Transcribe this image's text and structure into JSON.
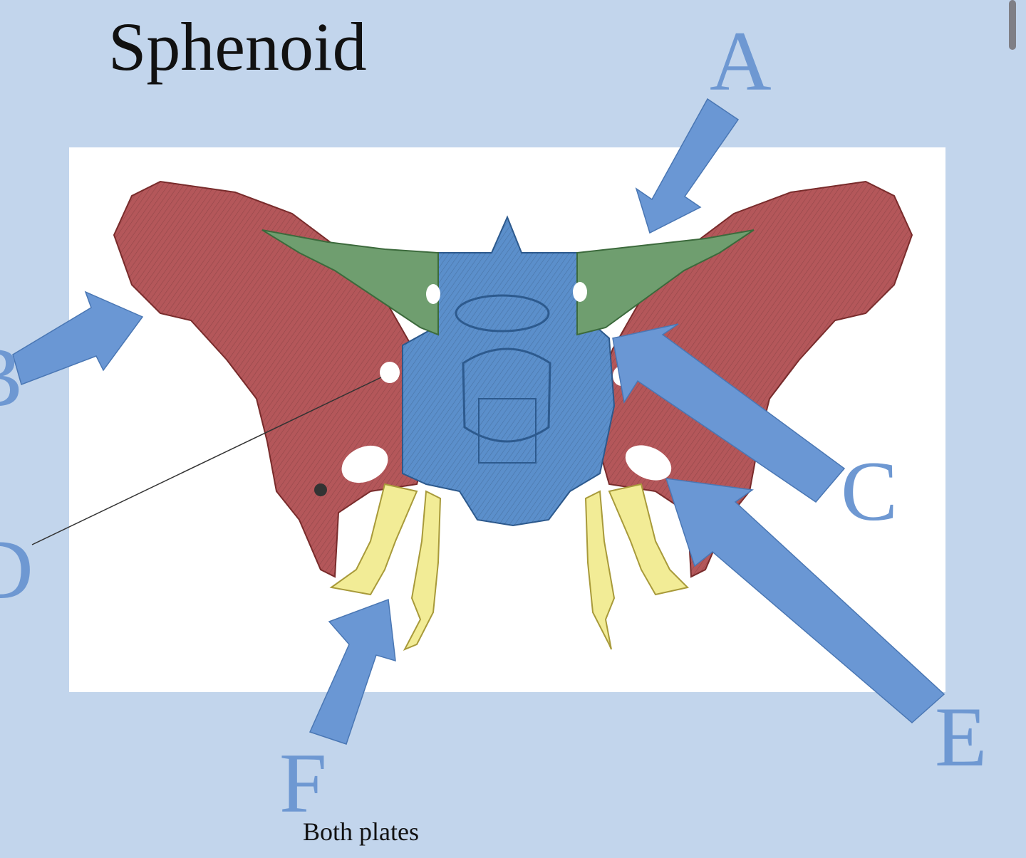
{
  "title": "Sphenoid",
  "labels": {
    "a": "A",
    "b": "B",
    "c": "C",
    "d": "D",
    "e": "E",
    "f": "F"
  },
  "note": "Both plates",
  "colors": {
    "background": "#c2d5ec",
    "panel": "#ffffff",
    "greater_wing": "#b4575a",
    "lesser_wing": "#6f9e6f",
    "body": "#5b8fcb",
    "pterygoid_plates": "#f2ec96",
    "arrow": "#6a97d4",
    "label": "#6e98d2"
  }
}
